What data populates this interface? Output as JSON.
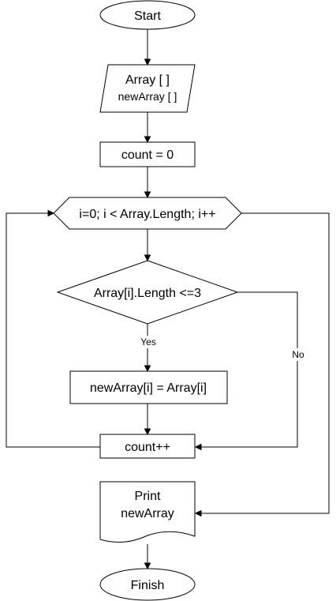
{
  "flowchart": {
    "start": {
      "text": "Start"
    },
    "input": {
      "line1": "Array [ ]",
      "line2": "newArray [ ]"
    },
    "init": {
      "text": "count = 0"
    },
    "loop": {
      "text": "i=0; i < Array.Length; i++"
    },
    "condition": {
      "text": "Array[i].Length <=3"
    },
    "assign": {
      "text": "newArray[i] = Array[i]"
    },
    "increment": {
      "text": "count++"
    },
    "output": {
      "line1": "Print",
      "line2": "newArray"
    },
    "finish": {
      "text": "Finish"
    },
    "edge_labels": {
      "yes": "Yes",
      "no": "No"
    }
  }
}
